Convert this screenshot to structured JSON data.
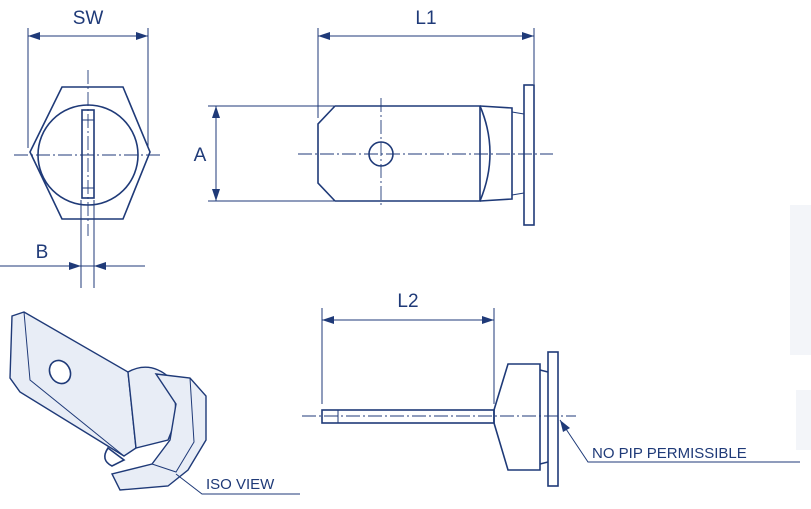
{
  "labels": {
    "sw": "SW",
    "l1": "L1",
    "a": "A",
    "b": "B",
    "l2": "L2",
    "iso_view": "ISO VIEW",
    "no_pip": "NO PIP PERMISSIBLE"
  },
  "colors": {
    "line": "#1f3a78",
    "background": "#ffffff"
  }
}
